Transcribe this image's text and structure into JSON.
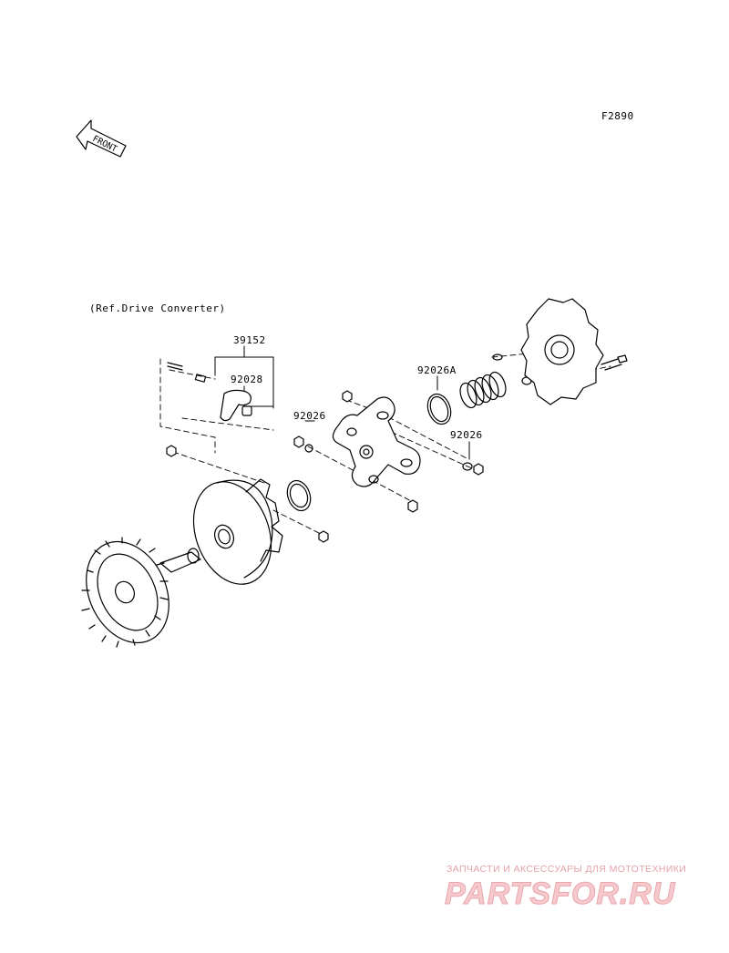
{
  "diagram": {
    "code": "F2890",
    "ref_note": "(Ref.Drive Converter)",
    "front_arrow": "FRONT",
    "parts": [
      {
        "number": "39152"
      },
      {
        "number": "92028"
      },
      {
        "number": "92026"
      },
      {
        "number": "92026A"
      },
      {
        "number": "92026"
      }
    ]
  },
  "watermark": {
    "tagline": "ЗАПЧАСТИ И АКСЕССУАРЫ ДЛЯ МОТОТЕХНИКИ",
    "logo": "PARTSFOR.RU"
  },
  "colors": {
    "line": "#000000",
    "watermark": "#e3a3a8",
    "background": "#ffffff"
  }
}
